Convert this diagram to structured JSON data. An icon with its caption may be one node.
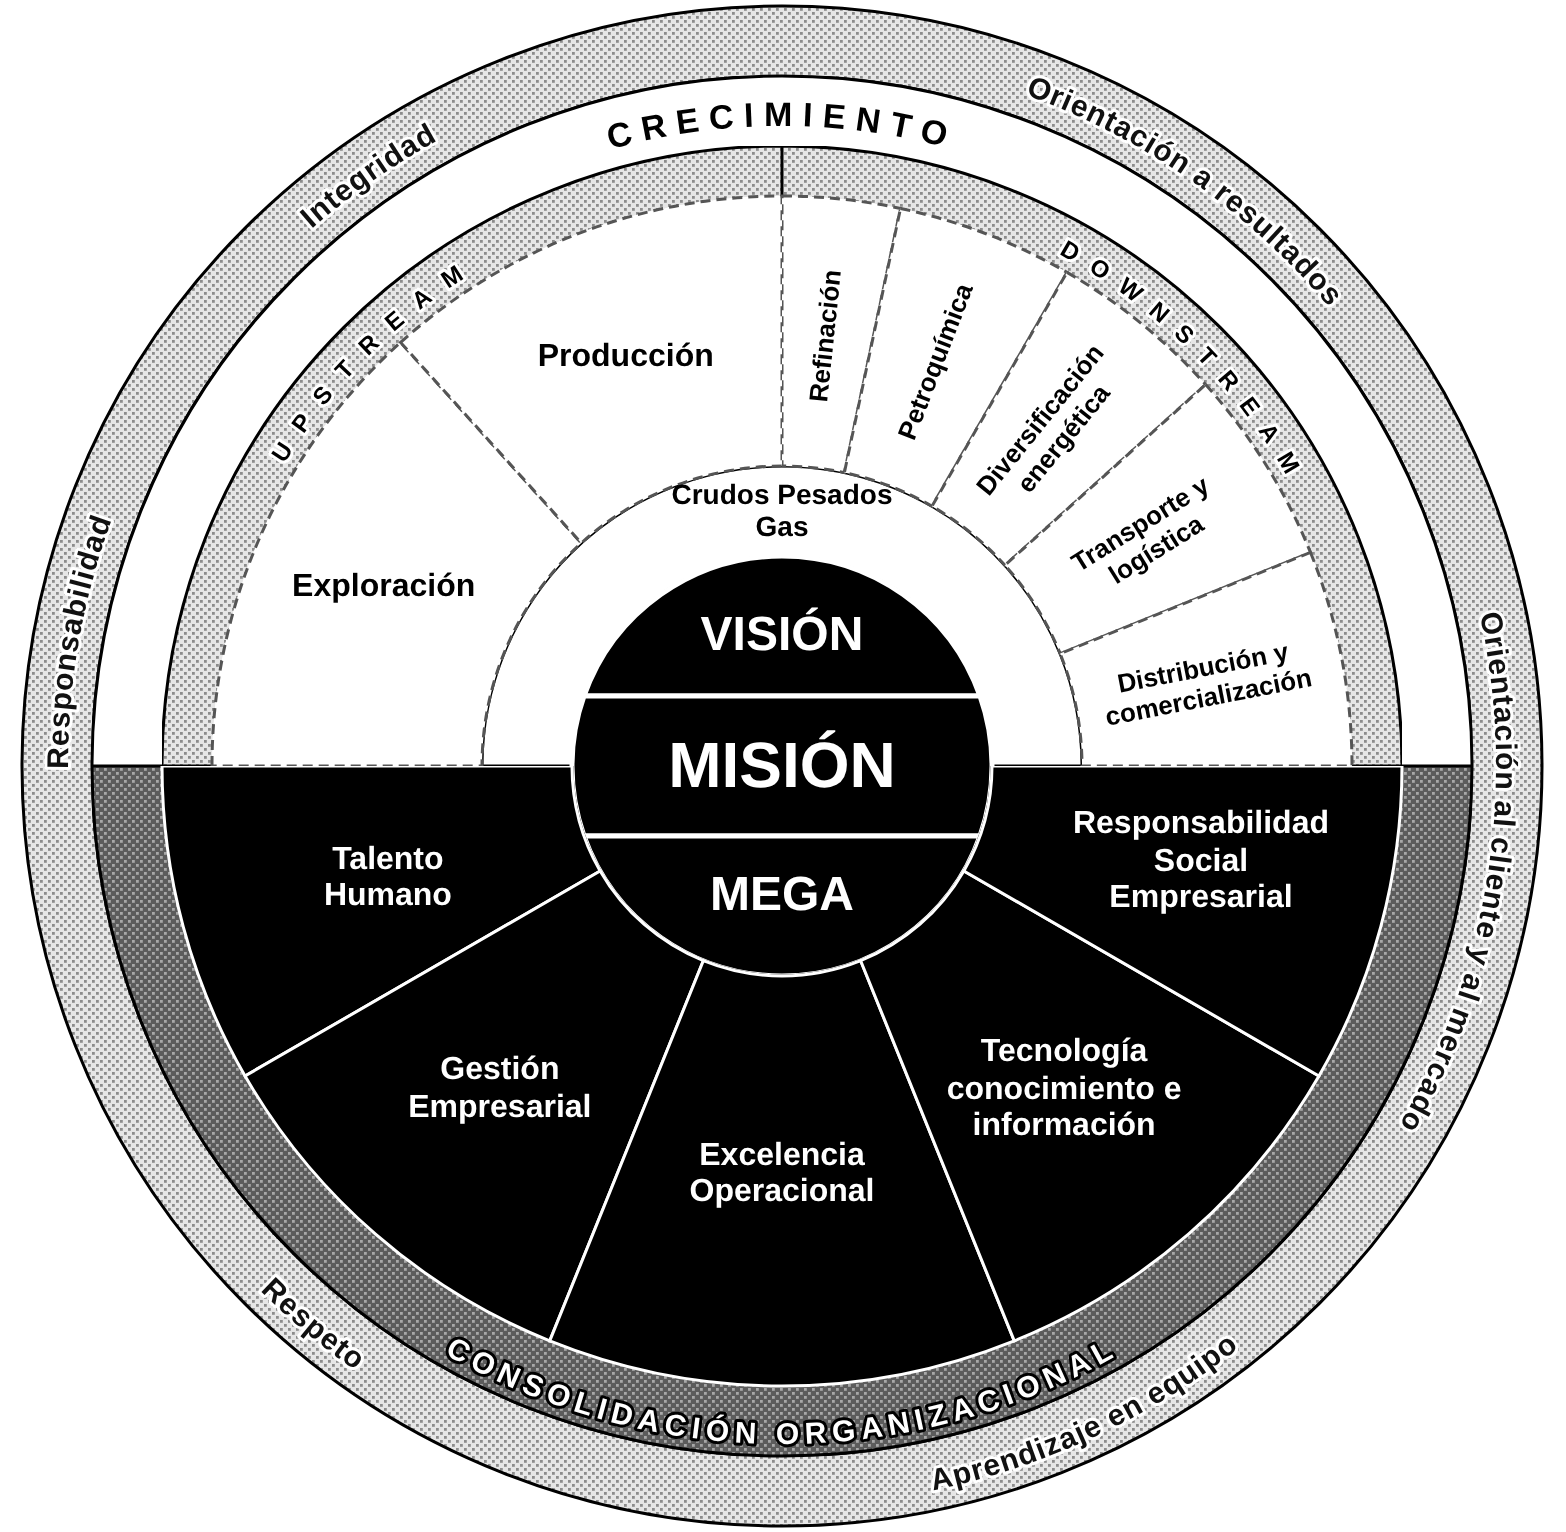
{
  "diagram": {
    "nodes": [
      {
        "text": [
          "CRECIMIENTO"
        ]
      },
      {
        "text": [
          "UPSTREAM"
        ],
        "in": 0
      },
      {
        "text": [
          "Exploración"
        ],
        "in": 1
      },
      {
        "text": [
          "Producción"
        ],
        "in": 1
      },
      {
        "text": [
          "DOWNSTREAM"
        ],
        "in": 0
      },
      {
        "text": [
          "Refinación"
        ],
        "in": 4
      },
      {
        "text": [
          "Petroquímica"
        ],
        "in": 4
      },
      {
        "text": [
          "Diversificación energética"
        ],
        "in": 4
      },
      {
        "text": [
          "Transporte y logística"
        ],
        "in": 4
      },
      {
        "text": [
          "Distribución y comercialización"
        ],
        "in": 4
      },
      {
        "text": [
          "VISIÓN"
        ]
      },
      {
        "text": [
          "MISIÓN"
        ]
      },
      {
        "text": [
          "MEGA"
        ]
      },
      {
        "text": [
          "CONSOLIDACIÓN ORGANIZACIONAL"
        ]
      },
      {
        "text": [
          "Talento Humano"
        ],
        "in": 13
      },
      {
        "text": [
          "Gestión Empresarial"
        ],
        "in": 13
      },
      {
        "text": [
          "Excelencia Operacional"
        ],
        "in": 13
      },
      {
        "text": [
          "Tecnología conocimiento e información"
        ],
        "in": 13
      },
      {
        "text": [
          "Responsabilidad Social Empresarial"
        ],
        "in": 13
      }
    ],
    "labels": [
      "Crudos Pesados Gas",
      "Integridad",
      "Orientación a resultados",
      "Orientación al cliente y al mercado",
      "Responsabilidad",
      "Respeto",
      "Aprendizaje en equipo"
    ]
  }
}
